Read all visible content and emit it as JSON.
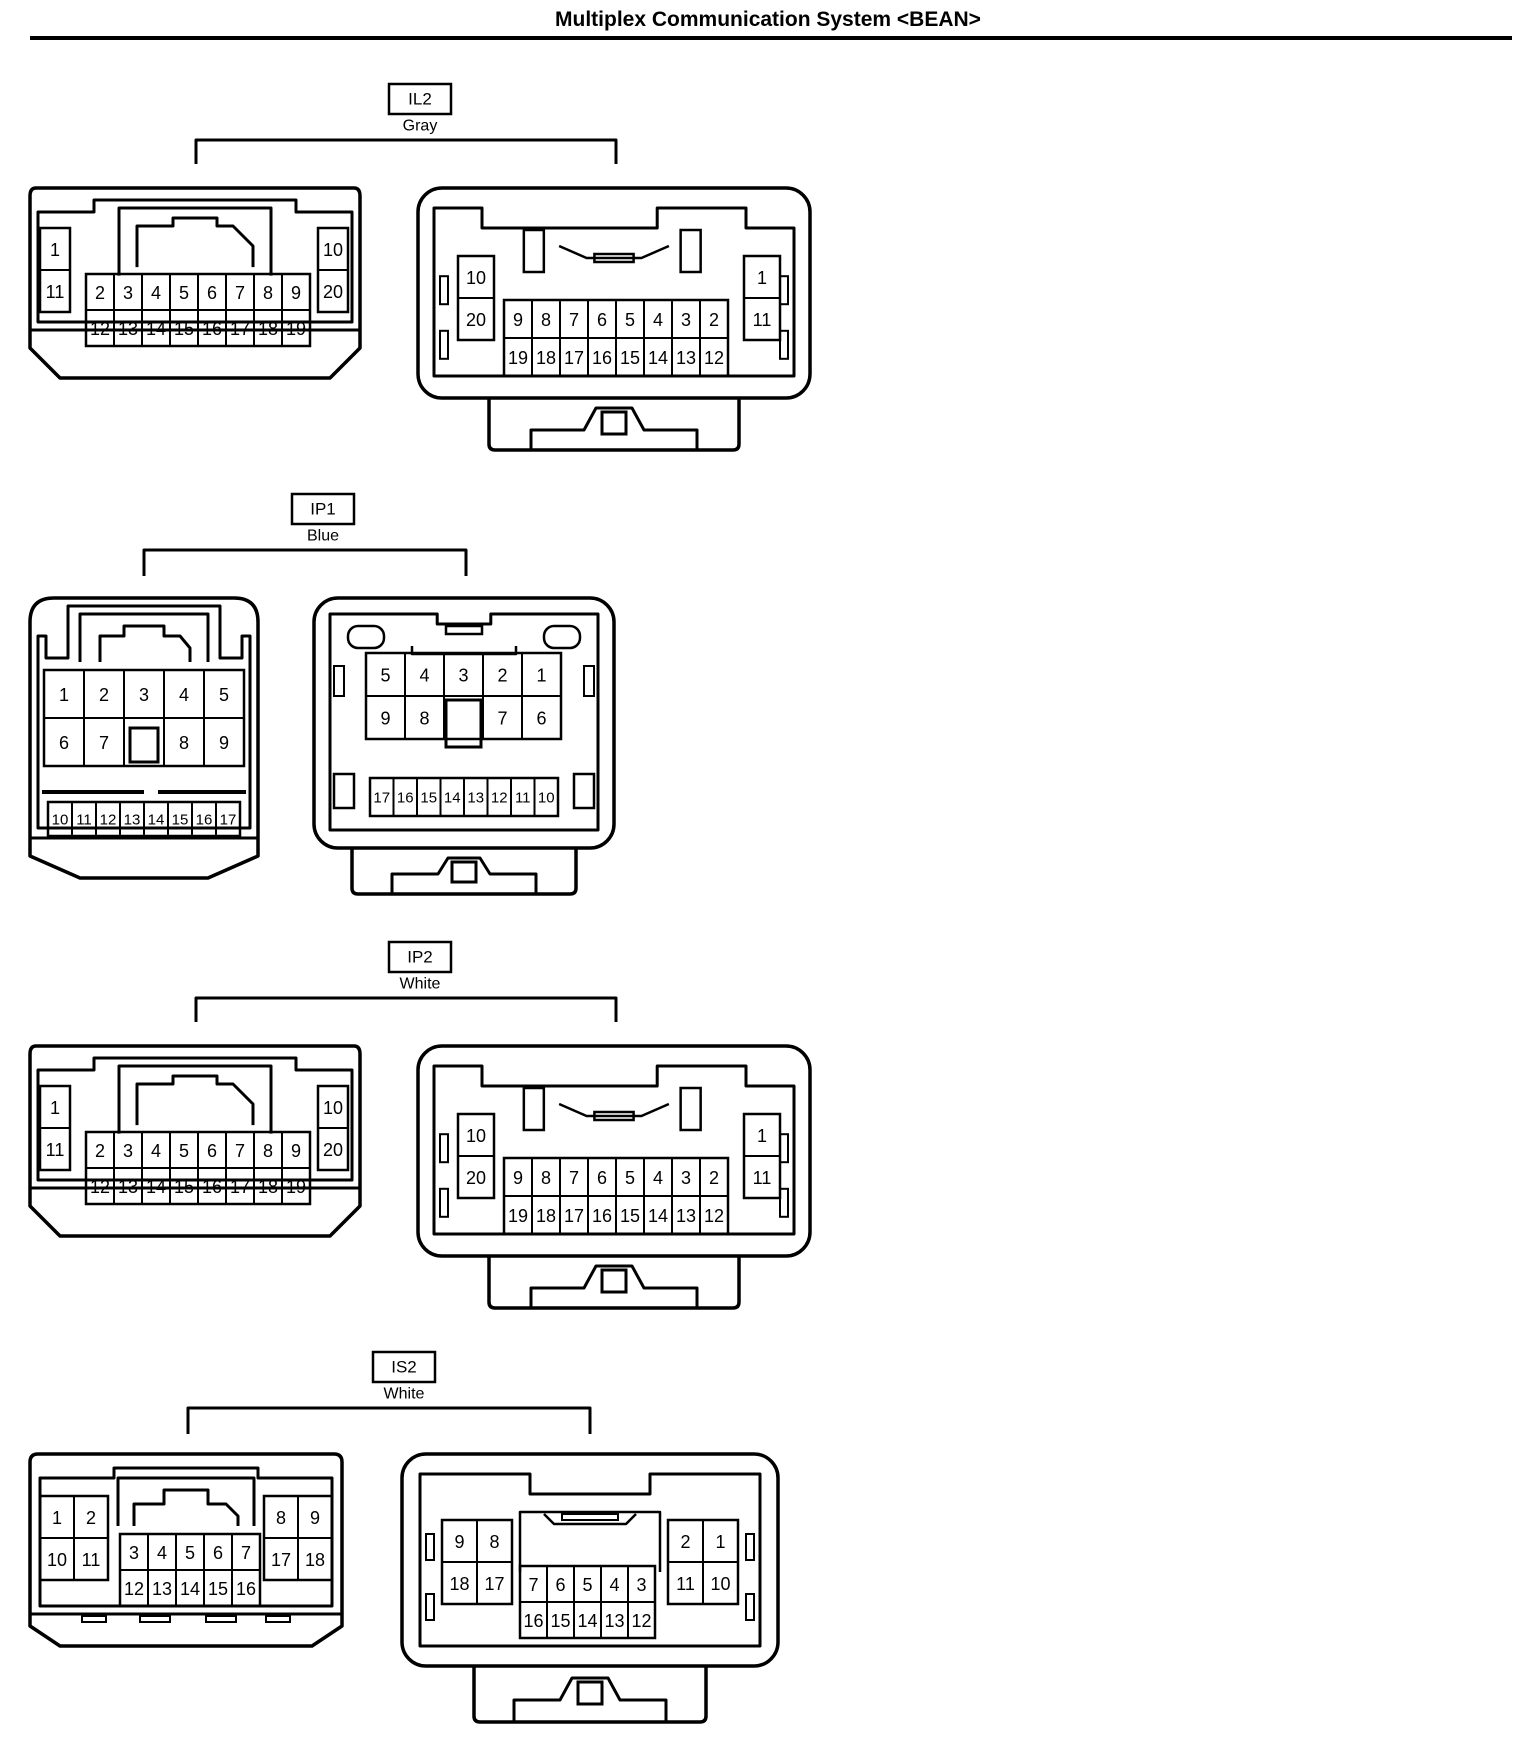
{
  "page_title": "Multiplex Communication System <BEAN>",
  "colors": {
    "line": "#000000",
    "background": "#ffffff"
  },
  "connectors": [
    {
      "code": "IL2",
      "color_label": "Gray",
      "left_view": {
        "left_block": [
          [
            "1"
          ],
          [
            "11"
          ]
        ],
        "center_block": [
          [
            "2",
            "3",
            "4",
            "5",
            "6",
            "7",
            "8",
            "9"
          ],
          [
            "12",
            "13",
            "14",
            "15",
            "16",
            "17",
            "18",
            "19"
          ]
        ],
        "right_block": [
          [
            "10"
          ],
          [
            "20"
          ]
        ]
      },
      "right_view": {
        "left_block": [
          [
            "10"
          ],
          [
            "20"
          ]
        ],
        "center_block": [
          [
            "9",
            "8",
            "7",
            "6",
            "5",
            "4",
            "3",
            "2"
          ],
          [
            "19",
            "18",
            "17",
            "16",
            "15",
            "14",
            "13",
            "12"
          ]
        ],
        "right_block": [
          [
            "1"
          ],
          [
            "11"
          ]
        ]
      }
    },
    {
      "code": "IP1",
      "color_label": "Blue",
      "left_view": {
        "upper_block": [
          [
            "1",
            "2",
            "3",
            "4",
            "5"
          ],
          [
            "6",
            "7",
            "",
            "8",
            "9"
          ]
        ],
        "lower_row": [
          "10",
          "11",
          "12",
          "13",
          "14",
          "15",
          "16",
          "17"
        ]
      },
      "right_view": {
        "upper_block": [
          [
            "5",
            "4",
            "3",
            "2",
            "1"
          ],
          [
            "9",
            "8",
            "",
            "7",
            "6"
          ]
        ],
        "lower_row": [
          "17",
          "16",
          "15",
          "14",
          "13",
          "12",
          "11",
          "10"
        ]
      }
    },
    {
      "code": "IP2",
      "color_label": "White",
      "left_view": {
        "left_block": [
          [
            "1"
          ],
          [
            "11"
          ]
        ],
        "center_block": [
          [
            "2",
            "3",
            "4",
            "5",
            "6",
            "7",
            "8",
            "9"
          ],
          [
            "12",
            "13",
            "14",
            "15",
            "16",
            "17",
            "18",
            "19"
          ]
        ],
        "right_block": [
          [
            "10"
          ],
          [
            "20"
          ]
        ]
      },
      "right_view": {
        "left_block": [
          [
            "10"
          ],
          [
            "20"
          ]
        ],
        "center_block": [
          [
            "9",
            "8",
            "7",
            "6",
            "5",
            "4",
            "3",
            "2"
          ],
          [
            "19",
            "18",
            "17",
            "16",
            "15",
            "14",
            "13",
            "12"
          ]
        ],
        "right_block": [
          [
            "1"
          ],
          [
            "11"
          ]
        ]
      }
    },
    {
      "code": "IS2",
      "color_label": "White",
      "left_view": {
        "left_block": [
          [
            "1",
            "2"
          ],
          [
            "10",
            "11"
          ]
        ],
        "center_block": [
          [
            "3",
            "4",
            "5",
            "6",
            "7"
          ],
          [
            "12",
            "13",
            "14",
            "15",
            "16"
          ]
        ],
        "right_block": [
          [
            "8",
            "9"
          ],
          [
            "17",
            "18"
          ]
        ]
      },
      "right_view": {
        "left_block": [
          [
            "9",
            "8"
          ],
          [
            "18",
            "17"
          ]
        ],
        "center_block": [
          [
            "7",
            "6",
            "5",
            "4",
            "3"
          ],
          [
            "16",
            "15",
            "14",
            "13",
            "12"
          ]
        ],
        "right_block": [
          [
            "2",
            "1"
          ],
          [
            "11",
            "10"
          ]
        ]
      }
    }
  ]
}
